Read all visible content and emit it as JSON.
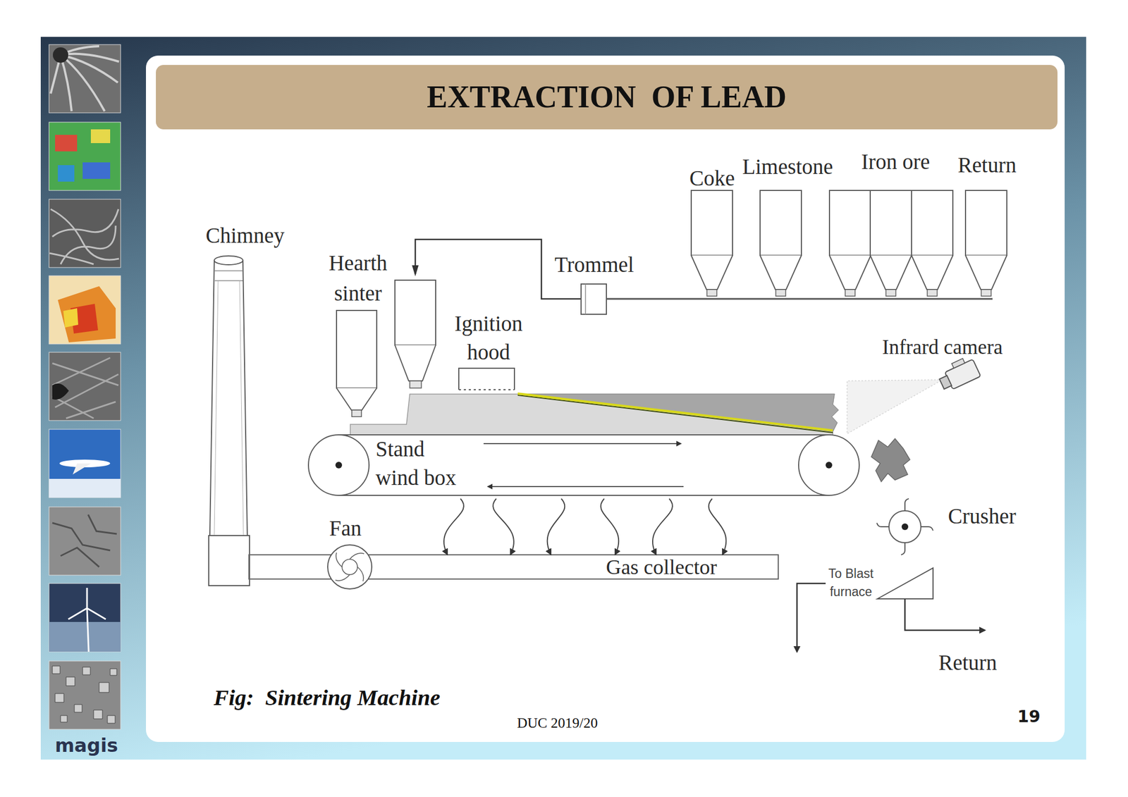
{
  "diagram": {
    "title": "EXTRACTION  OF LEAD",
    "caption": "Fig:  Sintering Machine",
    "nodes": [
      {
        "text": [
          "Chimney"
        ]
      },
      {
        "text": [
          "Hearth sinter"
        ]
      },
      {
        "text": [
          "Ignition hood"
        ]
      },
      {
        "text": [
          "Trommel"
        ]
      },
      {
        "text": [
          "Coke"
        ]
      },
      {
        "text": [
          "Limestone"
        ]
      },
      {
        "text": [
          "Iron ore"
        ]
      },
      {
        "text": [
          "Return"
        ]
      },
      {
        "text": [
          "Infrard camera"
        ]
      },
      {
        "text": [
          "Stand wind box"
        ]
      },
      {
        "text": [
          "Fan"
        ]
      },
      {
        "text": [
          "Gas collector"
        ]
      },
      {
        "text": [
          "Crusher"
        ]
      }
    ],
    "edges": [
      {
        "from": 9,
        "to": 11,
        "arrow": "to"
      },
      {
        "from": 9,
        "to": 11,
        "arrow": "to"
      },
      {
        "from": 9,
        "to": 11,
        "arrow": "to"
      },
      {
        "from": 9,
        "to": 11,
        "arrow": "to"
      },
      {
        "from": 9,
        "to": 11,
        "arrow": "to"
      },
      {
        "from": 9,
        "to": 11,
        "arrow": "to"
      }
    ],
    "labels": [
      "To Blast furnace",
      "Return",
      "DUC 2019/20",
      "19",
      "magis"
    ]
  }
}
